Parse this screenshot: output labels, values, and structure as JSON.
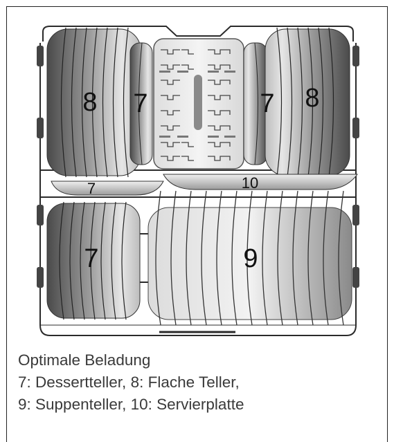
{
  "rack": {
    "labels": {
      "top_left_outer": "8",
      "top_left_inner": "7",
      "top_right_inner": "7",
      "top_right_outer": "8",
      "middle_left": "7",
      "middle_right": "10",
      "bottom_left": "7",
      "bottom_right": "9"
    }
  },
  "caption": {
    "title": "Optimale Beladung",
    "line1": "7: Dessertteller, 8: Flache Teller,",
    "line2": "9: Suppenteller, 10: Servierplatte"
  },
  "colors": {
    "plate_light": "#ececec",
    "plate_dark": "#5c5c5c",
    "rack_line": "#2a2a2a"
  }
}
